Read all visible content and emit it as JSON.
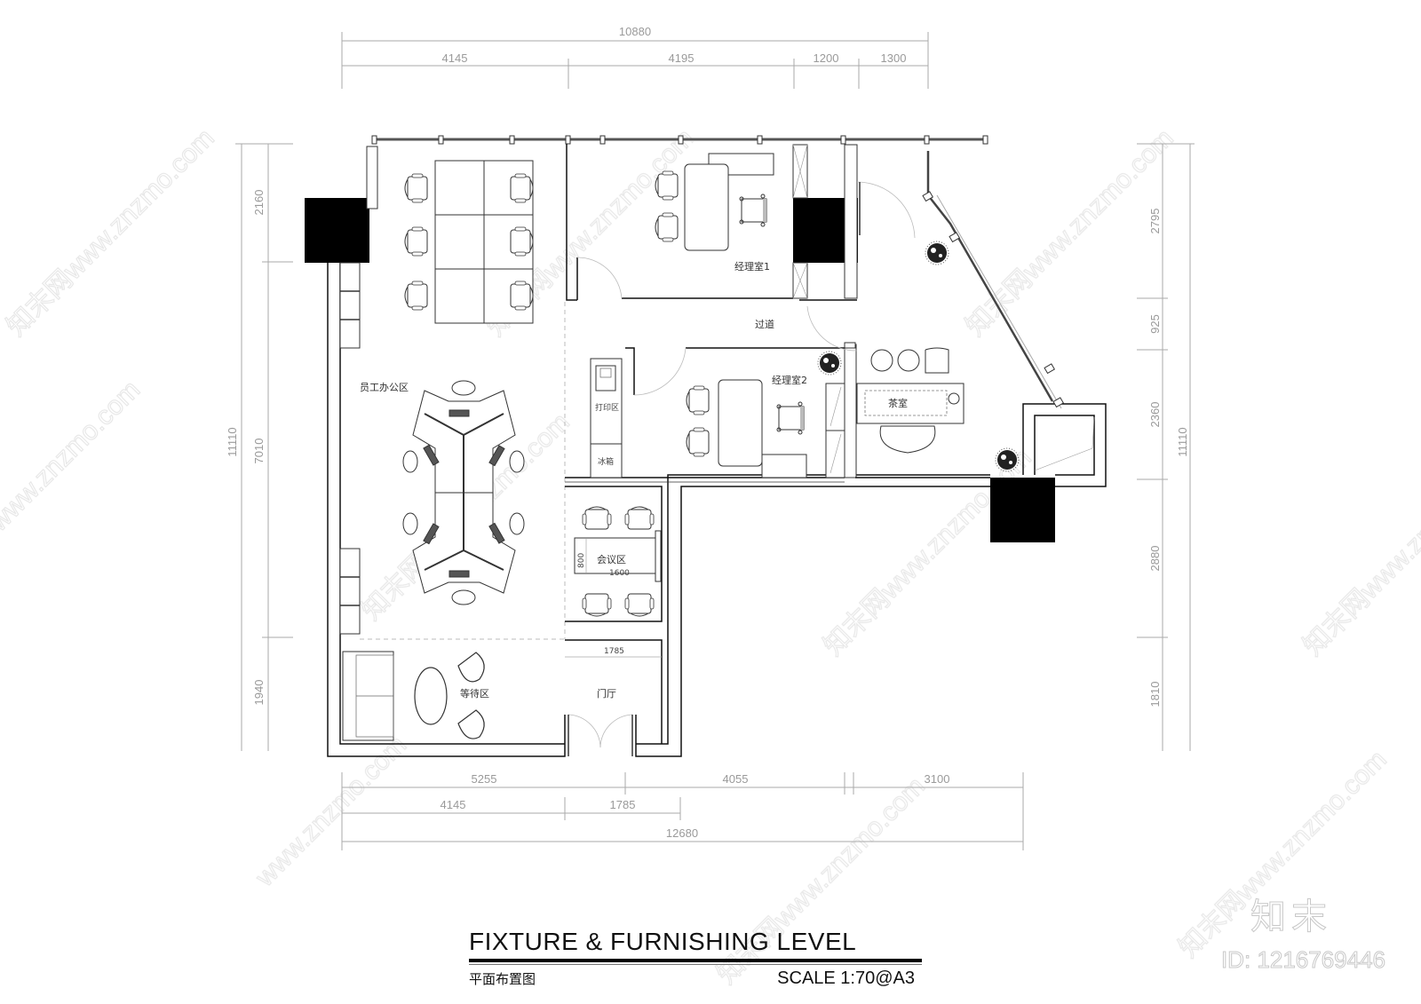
{
  "drawing": {
    "title": "FIXTURE & FURNISHING LEVEL",
    "subtitle_cn": "平面布置图",
    "scale": "SCALE  1:70@A3"
  },
  "watermark": {
    "text": "知末网www.znzmo.com",
    "brand_logo": "知末",
    "id_label": "ID: 1216769446"
  },
  "rooms": {
    "staff_office": "员工办公区",
    "manager_office_1": "经理室1",
    "manager_office_2": "经理室2",
    "corridor": "过道",
    "print_area": "打印区",
    "fridge": "冰箱",
    "tea_room": "茶室",
    "meeting_area": "会议区",
    "waiting_area": "等待区",
    "lobby": "门厅"
  },
  "annotations": {
    "meeting_table_length": "1600",
    "meeting_table_width": "800",
    "lobby_width": "1785"
  },
  "dimensions": {
    "top_total": "10880",
    "top_segments": [
      "4145",
      "4195",
      "1200",
      "1300"
    ],
    "left_total": "11110",
    "left_segments": [
      "2160",
      "7010",
      "1940"
    ],
    "right_total": "11110",
    "right_segments": [
      "2795",
      "925",
      "2360",
      "2880",
      "1810"
    ],
    "bottom_row1": [
      "5255",
      "4055",
      "3100"
    ],
    "bottom_row2": [
      "4145",
      "1785"
    ],
    "bottom_total": "12680"
  },
  "colors": {
    "wall": "#111111",
    "column": "#000000",
    "dimension": "#9a9a9a",
    "furniture": "#333333"
  }
}
